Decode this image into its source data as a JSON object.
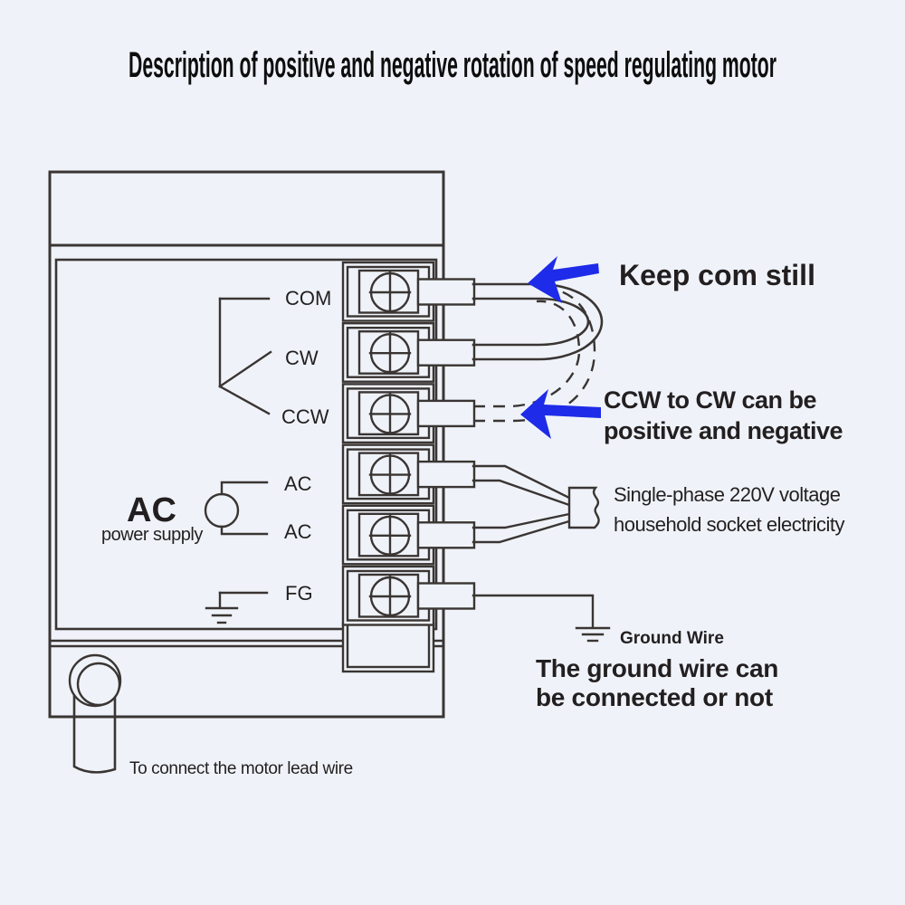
{
  "title": "Description of positive and negative rotation of speed regulating motor",
  "device": {
    "terminals": [
      {
        "label": "COM"
      },
      {
        "label": "CW"
      },
      {
        "label": "CCW"
      },
      {
        "label": "AC"
      },
      {
        "label": "AC"
      },
      {
        "label": "FG"
      }
    ],
    "ac_supply_name": "AC",
    "ac_supply_caption": "power supply"
  },
  "annotations": {
    "keep_com": "Keep com still",
    "ccw_line1": "CCW to CW can be",
    "ccw_line2": "positive and negative",
    "phase_line1": "Single-phase 220V voltage",
    "phase_line2": "household socket electricity",
    "ground_label": "Ground Wire",
    "ground_line1": "The ground wire can",
    "ground_line2": "be connected or not",
    "motor_lead": "To connect the motor lead wire"
  },
  "colors": {
    "background": "#eff3f9",
    "line": "#3a3533",
    "text": "#231f20",
    "arrow": "#1e2be8",
    "title": "#0d0d0d"
  }
}
